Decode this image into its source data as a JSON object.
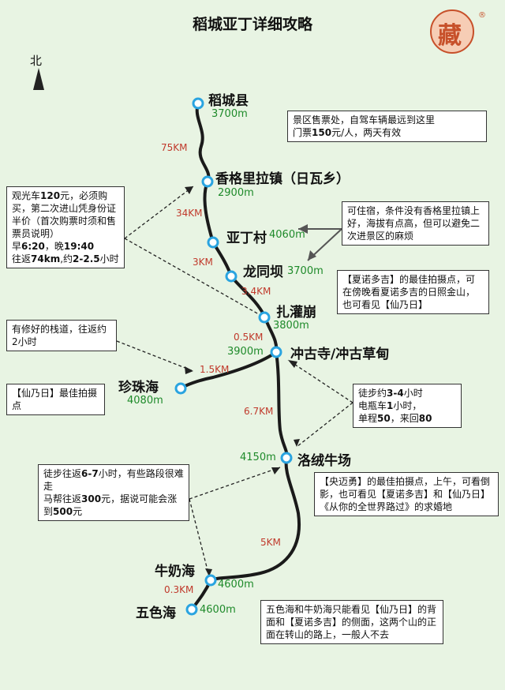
{
  "title": "稻城亚丁详细攻略",
  "compass": {
    "label": "北"
  },
  "logo": {
    "text": "藏",
    "reg": "®"
  },
  "places": [
    {
      "name": "稻城县",
      "alt": "3700m"
    },
    {
      "name": "香格里拉镇（日瓦乡）",
      "alt": "2900m"
    },
    {
      "name": "亚丁村",
      "alt": "4060m"
    },
    {
      "name": "龙同坝",
      "alt": "3700m"
    },
    {
      "name": "扎灌崩",
      "alt": "3800m"
    },
    {
      "name": "冲古寺/冲古草甸",
      "alt": "3900m"
    },
    {
      "name": "珍珠海",
      "alt": "4080m"
    },
    {
      "name": "洛绒牛场",
      "alt": "4150m"
    },
    {
      "name": "牛奶海",
      "alt": "4600m"
    },
    {
      "name": "五色海",
      "alt": "4600m"
    }
  ],
  "distances": [
    "75KM",
    "34KM",
    "3KM",
    "3.4KM",
    "0.5KM",
    "1.5KM",
    "6.7KM",
    "5KM",
    "0.3KM"
  ],
  "notes": {
    "ticket": [
      "景区售票处，自驾车辆最远到这里",
      "门票",
      "150",
      "元/人，两天有效"
    ],
    "bus": [
      "观光车",
      "120",
      "元，必须购买，第二次进山凭身份证半价（首次购票时须和售票员说明）",
      "早",
      "6:20",
      "，晚",
      "19:40",
      "往返",
      "74km",
      ",约",
      "2-2.5",
      "小时"
    ],
    "lodging": "可住宿，条件没有香格里拉镇上好，海拔有点高，但可以避免二次进景区的麻烦",
    "xianuo": [
      "【夏诺多吉】的最佳拍摄点，可在傍晚看夏诺多吉的日照金山，也可看见【仙乃日】"
    ],
    "plank": "有修好的栈道，往返约2小时",
    "xiannairi": "【仙乃日】最佳拍摄点",
    "walk": [
      "徒步约",
      "3-4",
      "小时",
      "电瓶车",
      "1",
      "小时，",
      "单程",
      "50",
      "，来回",
      "80"
    ],
    "hike": [
      "徒步往返",
      "6-7",
      "小时，有些路段很难走",
      "马帮往返",
      "300",
      "元，据说可能会涨到",
      "500",
      "元"
    ],
    "yangmaiyong": [
      "【央迈勇】的最佳拍摄点，上午，可看倒影，也可看见【夏诺多吉】和【仙乃日】",
      "《从你的全世界路过》的求婚地"
    ],
    "wuse": "五色海和牛奶海只能看见【仙乃日】的背面和【夏诺多吉】的侧面，这两个山的正面在转山的路上，一般人不去"
  },
  "colors": {
    "background": "#e8f4e3",
    "route": "#1a1a1a",
    "marker": "#2aa4e0",
    "altitude": "#1e8a2a",
    "distance": "#c0392b"
  }
}
